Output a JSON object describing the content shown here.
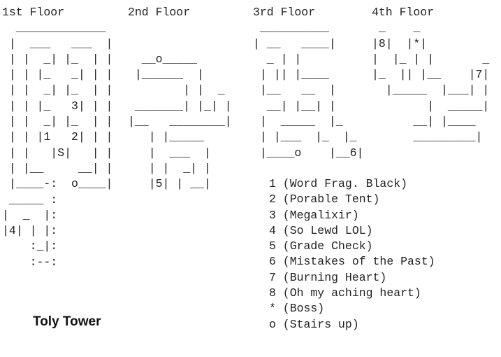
{
  "map_title": "Toly Tower",
  "floors": [
    {
      "title": "1st Floor",
      "lines": [
        "  _____________",
        " |  ___   ___  |",
        " | |  _| |_  | |",
        " | | |_   _| | |",
        " | |  _| |_  | |",
        " | | |_   3| | |",
        " | |  _| |_  | |",
        " | | |1   2| | |",
        " | |   |S|   | |",
        " | |__     __| |",
        " |____-:  o____|",
        " _____ :",
        "|  _  |:",
        "|4| | |:",
        "    :_|:",
        "    :--:"
      ]
    },
    {
      "title": "2nd Floor",
      "lines": [
        "  __o_____",
        " |______  |",
        "        | |  _",
        " _______| |_| |",
        "|__   ________|",
        "   | |_____",
        "   |  ___  |",
        "   | |  _| |",
        "   |5| | __|"
      ]
    },
    {
      "title": "3rd Floor",
      "lines": [
        " __________",
        "| __   ____|",
        "  _ | |",
        " | || |____",
        " |__   __  |",
        "  __| |__| |",
        " |  _____  |_",
        " | |___  |_  |_",
        " |____o    |__6|"
      ]
    },
    {
      "title": "4th Floor",
      "lines": [
        " _    _",
        "|8|  |*|",
        "|  |_ | |       _",
        "|_  || |__    |7|",
        "  |_____  |___| |",
        "        |  _____|",
        "      __| |____",
        "      _________|"
      ]
    }
  ],
  "legend": [
    "1 (Word Frag. Black)",
    "2 (Porable Tent)",
    "3 (Megalixir)",
    "4 (So Lewd LOL)",
    "5 (Grade Check)",
    "6 (Mistakes of the Past)",
    "7 (Burning Heart)",
    "8 (Oh my aching heart)",
    "* (Boss)",
    "o (Stairs up)"
  ]
}
